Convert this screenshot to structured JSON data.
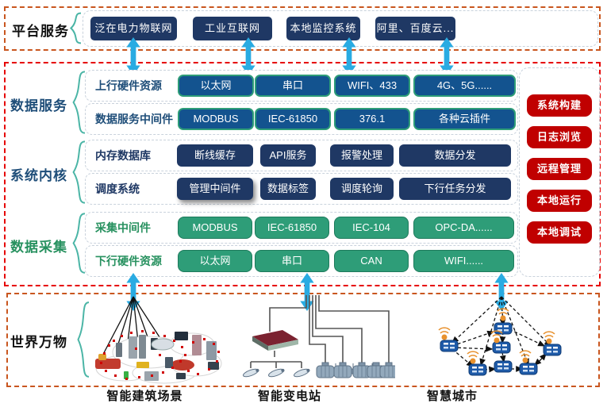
{
  "colors": {
    "navy": "#1F3864",
    "blue": "#13538F",
    "green": "#2E9D78",
    "button_red": "#C00000",
    "arrow_cyan": "#29ABE2",
    "band_border_orange": "#C9561F",
    "band_border_red": "#E60000",
    "label_blue": "#1F4E79",
    "label_green": "#27915F",
    "brace_teal": "#4BB5A6"
  },
  "platform": {
    "label": "平台服务",
    "services": [
      "泛在电力物联网",
      "工业互联网",
      "本地监控系统",
      "阿里、百度云..."
    ]
  },
  "core": {
    "groups": [
      {
        "label": "数据服务"
      },
      {
        "label": "系统内核"
      },
      {
        "label": "数据采集"
      }
    ],
    "rows": [
      {
        "label": "上行硬件资源",
        "items": [
          "以太网",
          "串口",
          "WIFI、433",
          "4G、5G......"
        ]
      },
      {
        "label": "数据服务中间件",
        "items": [
          "MODBUS",
          "IEC-61850",
          "376.1",
          "各种云插件"
        ]
      },
      {
        "label": "内存数据库",
        "items": [
          "断线缓存",
          "API服务",
          "报警处理",
          "数据分发"
        ]
      },
      {
        "label": "调度系统",
        "items": [
          "管理中间件",
          "数据标签",
          "调度轮询",
          "下行任务分发"
        ]
      },
      {
        "label": "采集中间件",
        "items": [
          "MODBUS",
          "IEC-61850",
          "IEC-104",
          "OPC-DA......"
        ]
      },
      {
        "label": "下行硬件资源",
        "items": [
          "以太网",
          "串口",
          "CAN",
          "WIFI......"
        ]
      }
    ],
    "side_buttons": [
      "系统构建",
      "日志浏览",
      "远程管理",
      "本地运行",
      "本地调试"
    ]
  },
  "world": {
    "label": "世界万物",
    "captions": [
      "智能建筑场景",
      "智能变电站",
      "智慧城市"
    ]
  }
}
